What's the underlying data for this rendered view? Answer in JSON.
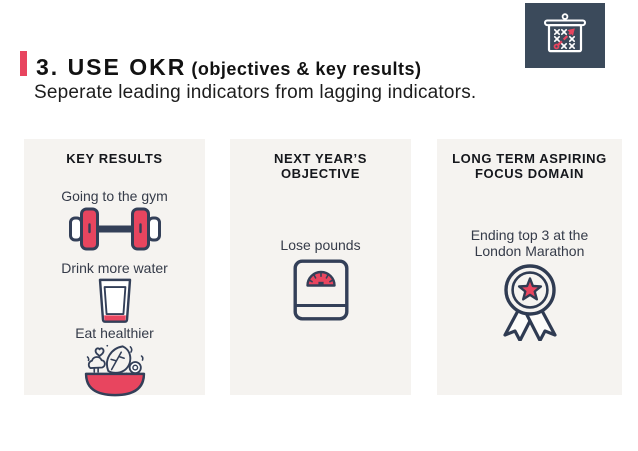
{
  "colors": {
    "accent_red": "#e8455f",
    "navy_square": "#3b4a5b",
    "icon_outline": "#333f58",
    "card_bg": "#f5f3f0",
    "title_text": "#121212",
    "item_text": "#353b49"
  },
  "header": {
    "title_main": "3. USE OKR",
    "title_paren": "(objectives & key results)",
    "subtitle": "Seperate leading indicators from lagging indicators.",
    "corner_icon": "strategy-board-icon"
  },
  "cards": [
    {
      "title": "KEY RESULTS",
      "items": [
        {
          "label": "Going to the gym",
          "icon": "dumbbell-icon"
        },
        {
          "label": "Drink more water",
          "icon": "water-glass-icon"
        },
        {
          "label": "Eat healthier",
          "icon": "salad-bowl-icon"
        }
      ]
    },
    {
      "title": "NEXT YEAR’S OBJECTIVE",
      "items": [
        {
          "label": "Lose pounds",
          "icon": "weight-scale-icon"
        }
      ]
    },
    {
      "title": "LONG TERM ASPIRING FOCUS DOMAIN",
      "items": [
        {
          "label": "Ending top 3 at the London Marathon",
          "icon": "medal-icon"
        }
      ]
    }
  ]
}
